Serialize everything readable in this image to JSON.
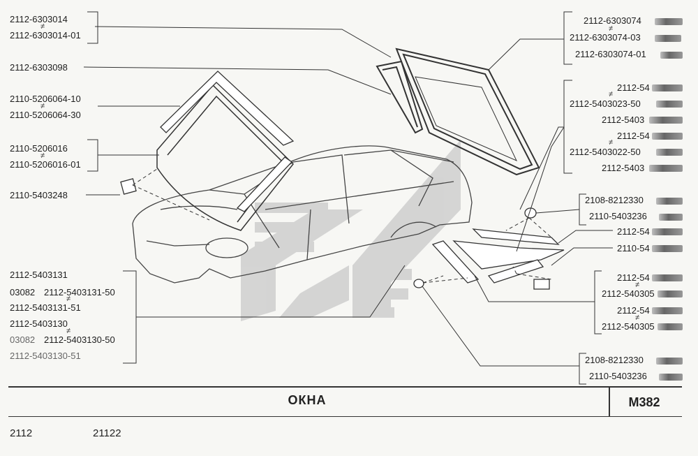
{
  "left_labels": {
    "rear_glass_seal": [
      "2112-6303014",
      "2112-6303014-01"
    ],
    "seal_frame": "2112-6303098",
    "windshield_seal": [
      "2110-5206064-10",
      "2110-5206064-30"
    ],
    "windshield": [
      "2110-5206016",
      "2110-5206016-01"
    ],
    "clip": "2110-5403248"
  },
  "bottom_left_group": [
    {
      "prefix": "",
      "part": "2112-5403131",
      "gray": false
    },
    {
      "prefix": "03082",
      "part": "2112-5403131-50",
      "gray": false
    },
    {
      "prefix": "",
      "part": "2112-5403131-51",
      "gray": false
    },
    {
      "prefix": "",
      "part": "2112-5403130",
      "gray": false
    },
    {
      "prefix": "03082",
      "part": "2112-5403130-50",
      "gray": true
    },
    {
      "prefix": "",
      "part": "2112-5403130-51",
      "gray": true
    }
  ],
  "right_labels": {
    "rear_window": [
      "2112-6303074",
      "2112-6303074-03",
      "2112-6303074-01"
    ],
    "group_a": [
      "2112-54",
      "2112-5403023-50",
      "2112-5403",
      "2112-54",
      "2112-5403022-50",
      "2112-5403"
    ],
    "fastener_1": [
      "2108-8212330",
      "2110-5403236"
    ],
    "side_parts": [
      "2112-54",
      "2110-54"
    ],
    "group_b": [
      "2112-54",
      "2112-540305",
      "2112-54",
      "2112-540305"
    ],
    "fastener_2": [
      "2108-8212330",
      "2110-5403236"
    ]
  },
  "footer": {
    "title": "ОКНА",
    "code": "M382",
    "models": [
      "2112",
      "21122"
    ]
  },
  "colors": {
    "ink": "#333333",
    "paper": "#f7f7f4",
    "watermark": "#c4c4c4"
  }
}
